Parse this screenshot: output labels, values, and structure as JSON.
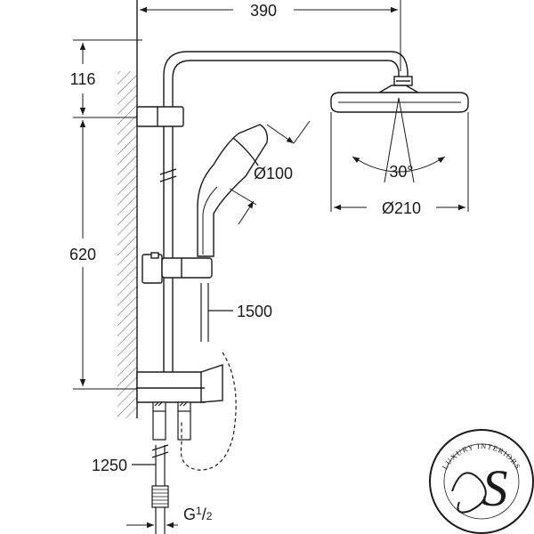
{
  "dimensions": {
    "width_top": "390",
    "height_top": "116",
    "height_rail": "620",
    "hand_shower_diameter": "Ø100",
    "head_diameter": "Ø210",
    "spray_angle": "30°",
    "hose_length": "1500",
    "pipe_length": "1250",
    "thread_main": "G",
    "thread_fraction_num": "1",
    "thread_fraction_den": "2"
  },
  "logo": {
    "ring_text": "LUXURY INTERIORS",
    "monogram": "S"
  },
  "colors": {
    "line": "#1a1a1a",
    "hatch": "#555555",
    "background": "#ffffff"
  }
}
